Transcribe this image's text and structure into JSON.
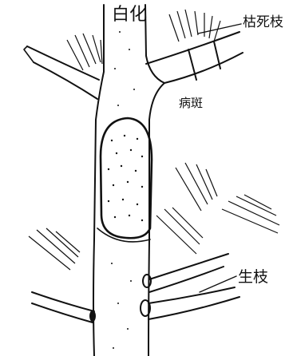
{
  "labels": {
    "top": "白化",
    "dead_branch": "枯死枝",
    "lesion": "病斑",
    "live_branch": "生枝"
  }
}
